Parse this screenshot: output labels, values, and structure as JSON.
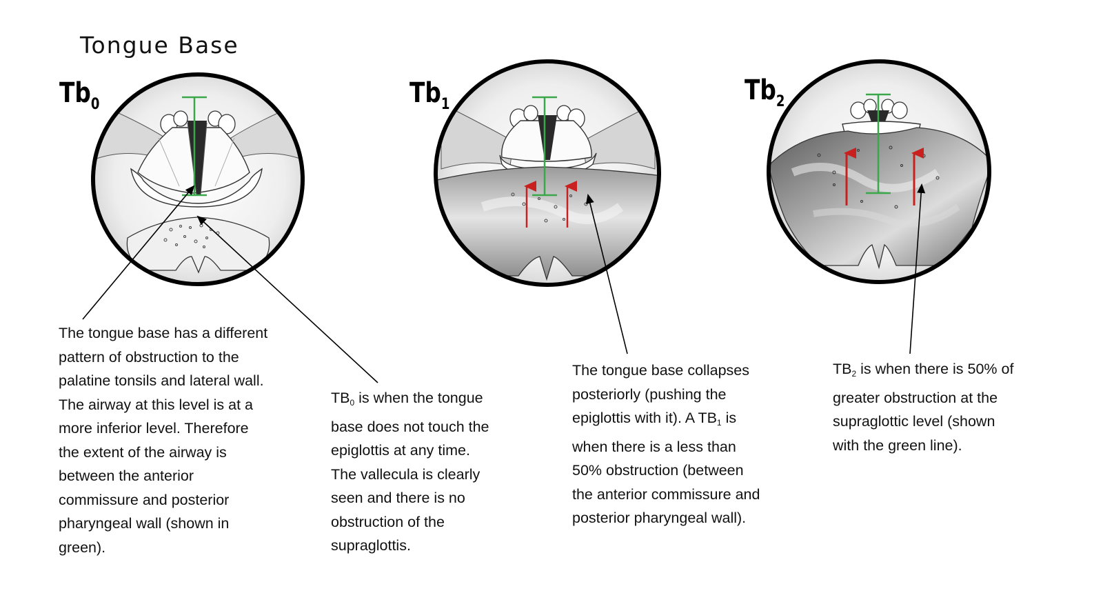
{
  "title": "Tongue Base",
  "panels": [
    {
      "prefix": "Tb",
      "sub": "0"
    },
    {
      "prefix": "Tb",
      "sub": "1"
    },
    {
      "prefix": "Tb",
      "sub": "2"
    }
  ],
  "captions": {
    "general": [
      "The tongue base has a different",
      "pattern of obstruction to the",
      "palatine tonsils and lateral wall.",
      "The airway at this level is at a",
      "more inferior level. Therefore",
      "the extent of the airway is",
      "between the anterior",
      "commissure and posterior",
      "pharyngeal wall (shown in",
      "green)."
    ],
    "tb0": {
      "first_pre": "TB",
      "first_sub": "0",
      "first_post": " is when the tongue",
      "lines": [
        "base does not touch the",
        "epiglottis at any time.",
        "The vallecula is clearly",
        "seen and there is no",
        "obstruction of the",
        "supraglottis."
      ]
    },
    "tb1": {
      "lines_a": [
        "The tongue base collapses",
        "posteriorly (pushing the"
      ],
      "l3_pre": "epiglottis with it).  A TB",
      "l3_sub": "1",
      "l3_post": " is",
      "lines_b": [
        "when there is a less than",
        "50% obstruction (between",
        "the anterior commissure and",
        "posterior pharyngeal wall)."
      ]
    },
    "tb2": {
      "first_pre": "TB",
      "first_sub": "2",
      "first_post": " is when there is 50% of",
      "lines": [
        "greater obstruction at the",
        "supraglottic level (shown",
        "with the green line)."
      ]
    }
  },
  "colors": {
    "ring": "#000000",
    "airway_line": "#3aa84a",
    "collapse_arrow": "#c8201e",
    "tissue_light": "#f2f2f2",
    "tissue_mid": "#b5b5b5",
    "tissue_dark": "#6e6e6e",
    "glottis": "#2a2a2a"
  }
}
